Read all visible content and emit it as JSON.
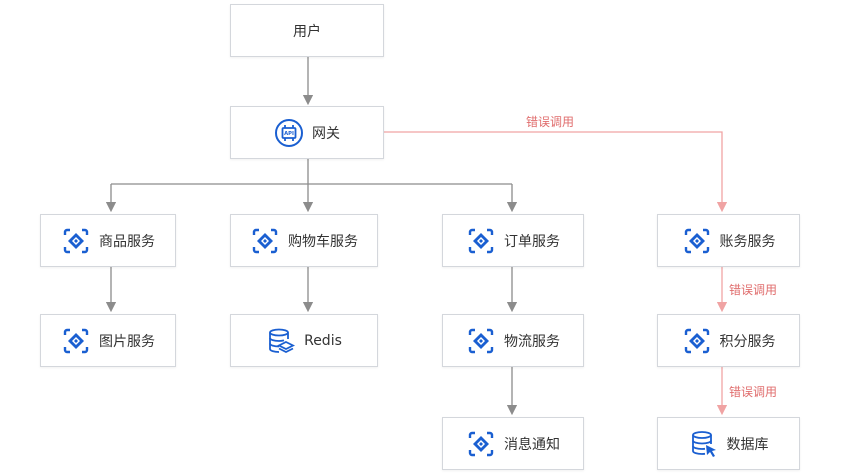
{
  "colors": {
    "line": "#8c8c8c",
    "error_line": "#f0a3a3",
    "error_text": "#e06d6d",
    "icon_blue": "#1a5fd1"
  },
  "nodes": {
    "user": {
      "label": "用户"
    },
    "gateway": {
      "label": "网关",
      "icon": "api-gateway-icon"
    },
    "product": {
      "label": "商品服务",
      "icon": "service-icon"
    },
    "cart": {
      "label": "购物车服务",
      "icon": "service-icon"
    },
    "order": {
      "label": "订单服务",
      "icon": "service-icon"
    },
    "account": {
      "label": "账务服务",
      "icon": "service-icon"
    },
    "image": {
      "label": "图片服务",
      "icon": "service-icon"
    },
    "redis": {
      "label": "Redis",
      "icon": "redis-icon"
    },
    "logistics": {
      "label": "物流服务",
      "icon": "service-icon"
    },
    "points": {
      "label": "积分服务",
      "icon": "service-icon"
    },
    "notify": {
      "label": "消息通知",
      "icon": "service-icon"
    },
    "database": {
      "label": "数据库",
      "icon": "database-icon"
    }
  },
  "edges": {
    "gateway_account": {
      "label": "错误调用"
    },
    "account_points": {
      "label": "错误调用"
    },
    "points_database": {
      "label": "错误调用"
    }
  }
}
